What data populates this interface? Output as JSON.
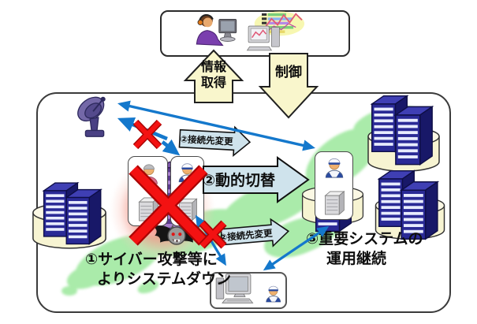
{
  "colors": {
    "link_arrow_blue": "#1478cc",
    "switch_arrow_fill": "#cfe3ec",
    "flow_arrow_fill": "#f9f6cc",
    "failure_cross_red": "#f31212",
    "building_navy": "#2a2a96",
    "platform_cream": "#f7f4d2",
    "map_green": "#9ce89c",
    "attack_glow_pink": "#f28278",
    "attacked_tower_purple": "#5a3a8c",
    "satellite_purple": "#5a4f8e"
  },
  "control_center": {
    "operator_icon": "operator-with-headset-icon",
    "analytics_icon": "analytics-computer-icon"
  },
  "flow": {
    "info_acquisition_line1": "情報",
    "info_acquisition_line2": "取得",
    "control_label": "制御"
  },
  "network": {
    "satellite_icon": "satellite-dish-icon",
    "attacker_icon": "cyber-attacker-bat-icon",
    "labels": {
      "connection_change_top": "②接続先変更",
      "dynamic_switch": "②動的切替",
      "connection_change_bottom": "②接続先変更"
    },
    "captions": {
      "attack_line1": "①サイバー攻撃等に",
      "attack_line2": "よりシステムダウン",
      "continuity_line1": "③重要システムの",
      "continuity_line2": "運用継続"
    }
  }
}
